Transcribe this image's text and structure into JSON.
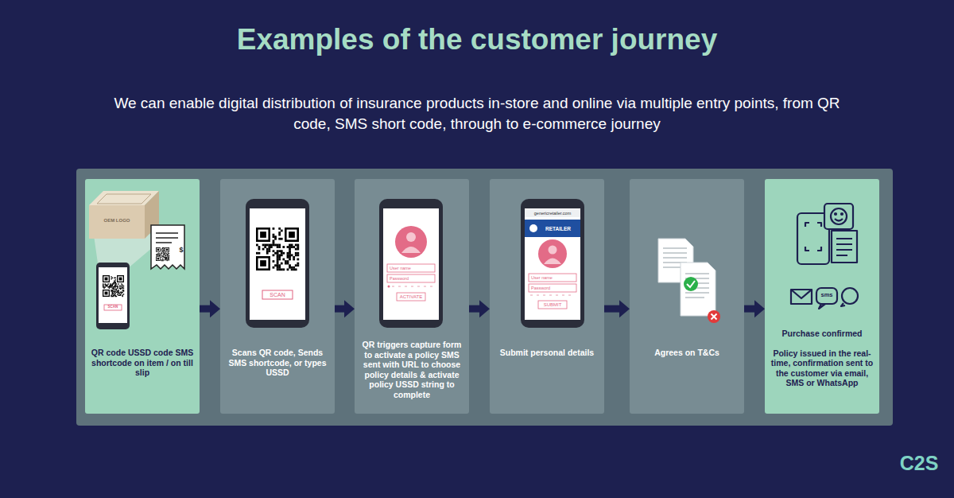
{
  "diagram": {
    "title": "Examples of the customer journey",
    "nodes": [
      {
        "text": [
          "QR code USSD code SMS shortcode on item / on till slip"
        ]
      },
      {
        "text": [
          "Scans QR code, Sends SMS shortcode, or types USSD"
        ]
      },
      {
        "text": [
          "QR triggers capture form to activate a policy SMS sent with URL to choose policy details & activate policy USSD string to complete"
        ]
      },
      {
        "text": [
          "Submit personal details"
        ]
      },
      {
        "text": [
          "Agrees on T&Cs"
        ]
      },
      {
        "text": [
          "Purchase confirmed",
          "Policy issued in the real-time, confirmation sent to the customer via email, SMS or WhatsApp"
        ]
      }
    ],
    "edges": [
      {
        "from": 0,
        "to": 1,
        "arrow": "to"
      },
      {
        "from": 1,
        "to": 2,
        "arrow": "to"
      },
      {
        "from": 2,
        "to": 3,
        "arrow": "to"
      },
      {
        "from": 3,
        "to": 4,
        "arrow": "to"
      },
      {
        "from": 4,
        "to": 5,
        "arrow": "to"
      }
    ],
    "labels": [
      "We can enable digital distribution of insurance products in-store and online via multiple entry points, from QR code, SMS short code, through to e-commerce journey",
      "OEM LOGO",
      "$",
      "SCAN",
      "SCAN",
      "User name",
      "Password",
      "ACTIVATE",
      "genericretailer.com",
      "RETAILER",
      "User name",
      "Password",
      "SUBMIT",
      "sms",
      "C2S"
    ]
  }
}
